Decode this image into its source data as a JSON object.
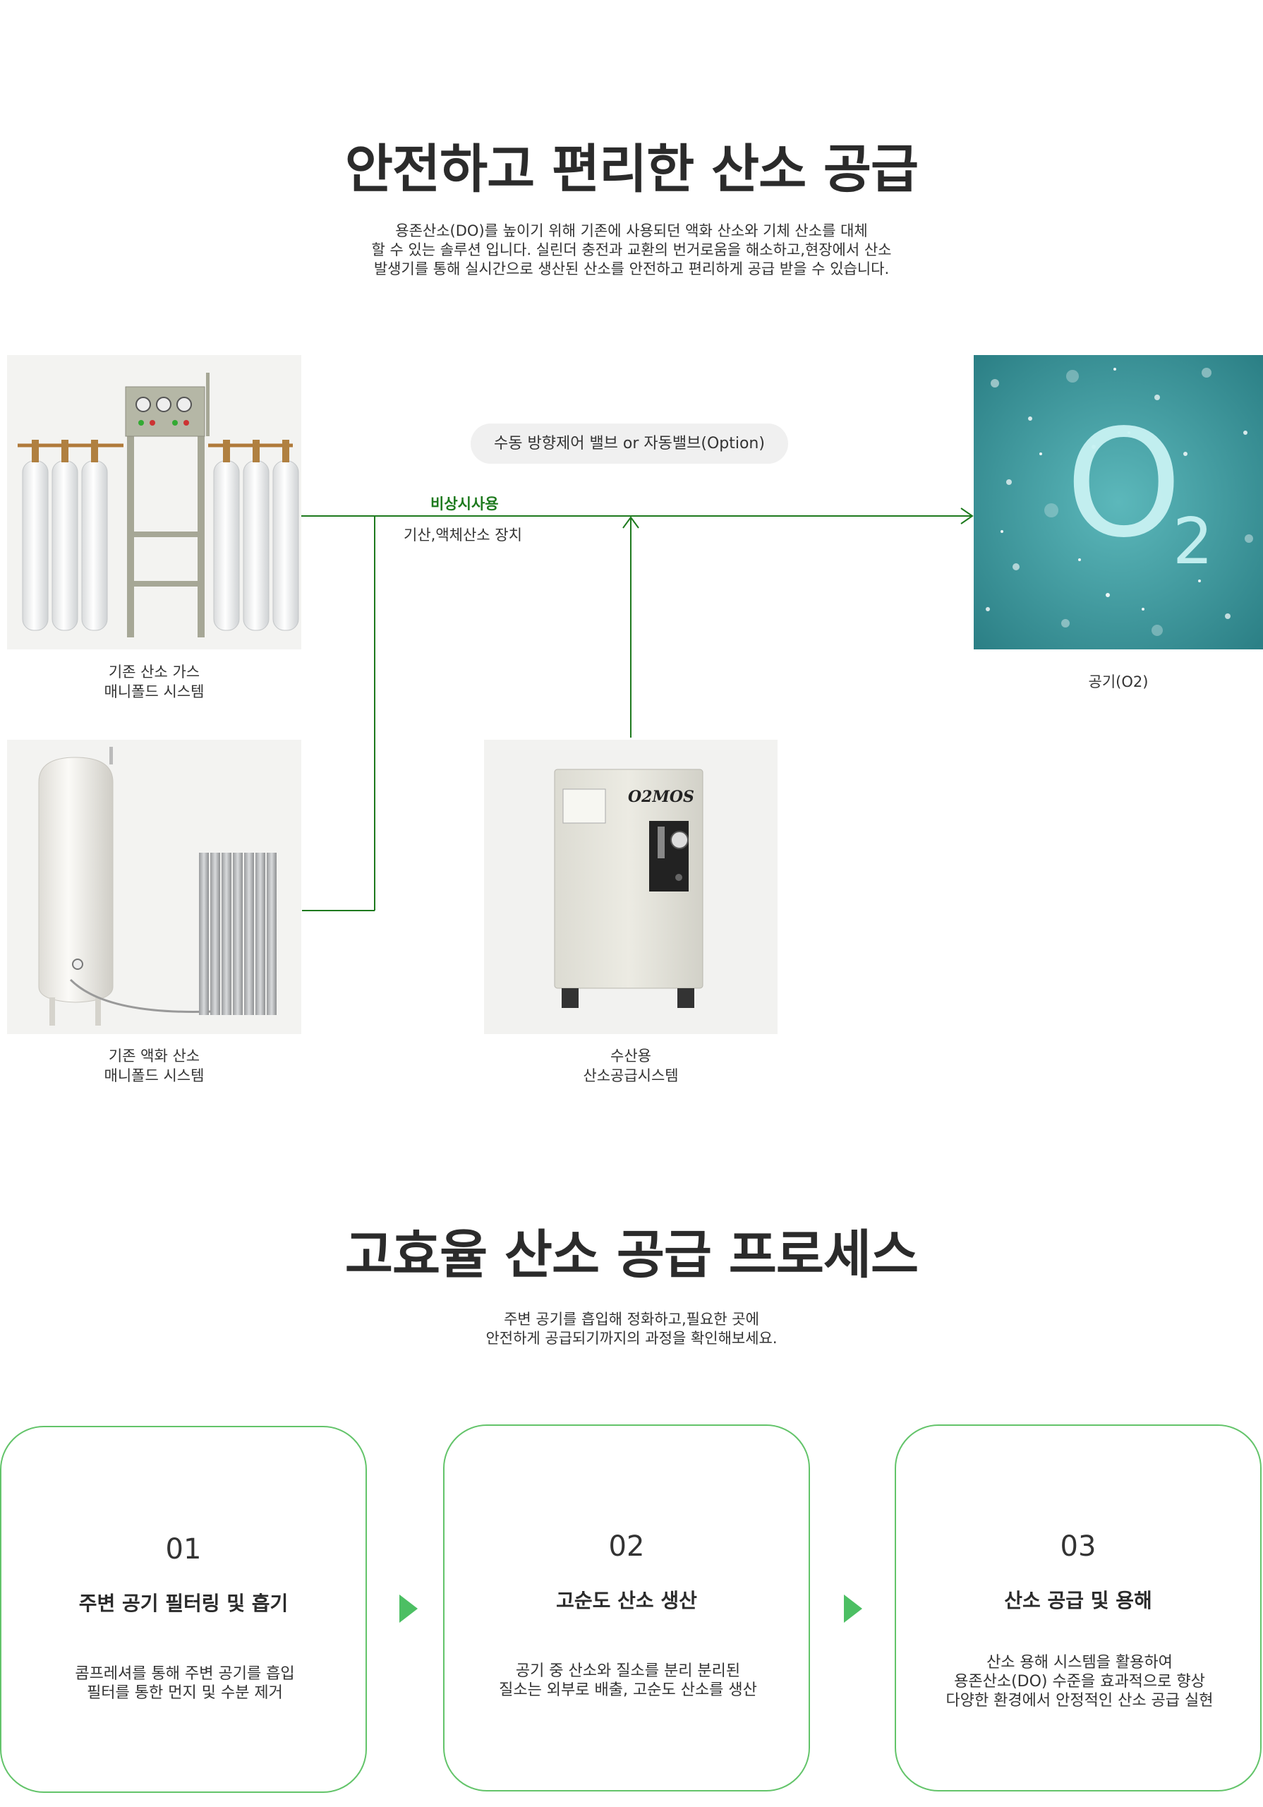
{
  "section1": {
    "title": "안전하고 편리한 산소 공급",
    "desc": [
      "용존산소(DO)를 높이기 위해 기존에 사용되던 액화 산소와 기체 산소를 대체",
      "할 수 있는 솔루션 입니다. 실린더 충전과 교환의 번거로움을 해소하고,현장에서 산소",
      "발생기를 통해 실시간으로 생산된 산소를 안전하고 편리하게 공급 받을 수 있습니다."
    ]
  },
  "diagram": {
    "valve_pill": "수동 방향제어 밸브 or 자동밸브(Option)",
    "emergency_label": "비상시사용",
    "device_label": "기산,액체산소 장치",
    "manifold_gas": [
      "기존 산소 가스",
      "매니폴드 시스템"
    ],
    "manifold_liquid": [
      "기존 액화 산소",
      "매니폴드 시스템"
    ],
    "aqua_system": [
      "수산용",
      "산소공급시스템"
    ],
    "air_o2": "공기(O2)",
    "o2_big": "O",
    "o2_sub": "2",
    "brand": "O2MOS",
    "colors": {
      "line": "#1e7a1e",
      "card_border": "#63c46a",
      "arrow": "#4cbf63",
      "o2_bg": "#3a9a9e"
    }
  },
  "section2": {
    "title": "고효율 산소 공급 프로세스",
    "desc": [
      "주변 공기를 흡입해 정화하고,필요한 곳에",
      "안전하게 공급되기까지의 과정을 확인해보세요."
    ],
    "cards": [
      {
        "num": "01",
        "title": "주변 공기 필터링 및 흡기",
        "desc": [
          "콤프레셔를 통해 주변 공기를 흡입",
          "필터를 통한 먼지 및 수분 제거"
        ]
      },
      {
        "num": "02",
        "title": "고순도 산소 생산",
        "desc": [
          "공기 중 산소와 질소를 분리 분리된",
          "질소는 외부로 배출, 고순도 산소를 생산"
        ]
      },
      {
        "num": "03",
        "title": "산소 공급 및 용해",
        "desc": [
          "산소 용해 시스템을 활용하여",
          "용존산소(DO) 수준을 효과적으로 향상",
          "다양한 환경에서 안정적인 산소 공급 실현"
        ]
      }
    ]
  }
}
